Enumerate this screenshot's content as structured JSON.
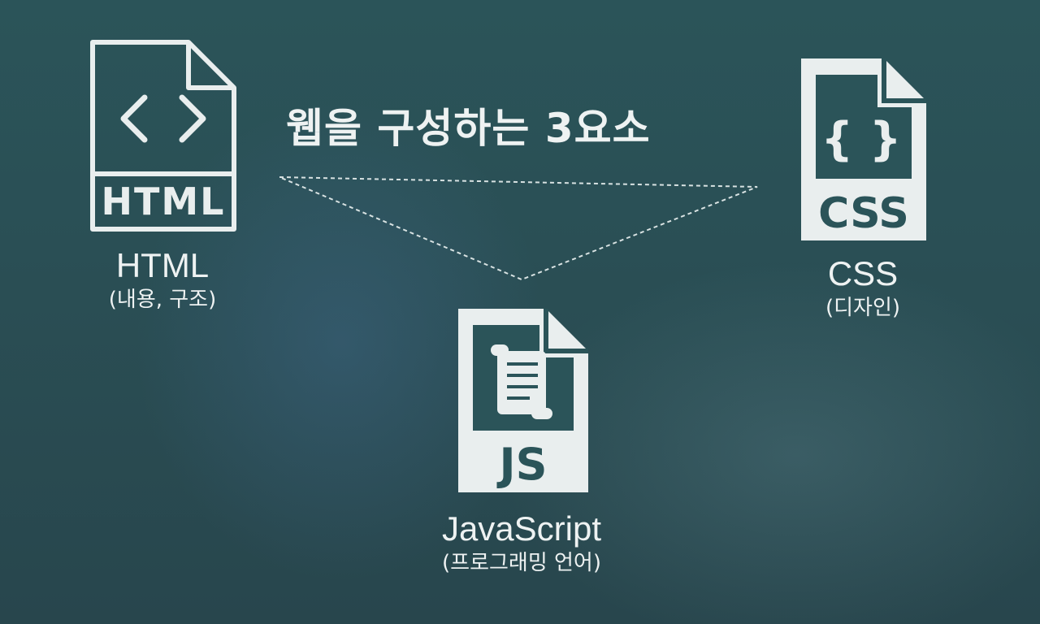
{
  "title": "웹을 구성하는 3요소",
  "items": [
    {
      "icon": "html-file-icon",
      "badge": "HTML",
      "glyph": "< >",
      "name": "HTML",
      "desc": "(내용, 구조)"
    },
    {
      "icon": "css-file-icon",
      "badge": "CSS",
      "glyph": "{ }",
      "name": "CSS",
      "desc": "(디자인)"
    },
    {
      "icon": "js-file-icon",
      "badge": "JS",
      "name": "JavaScript",
      "desc": "(프로그래밍 언어)"
    }
  ],
  "colors": {
    "background": "#2a4f55",
    "foreground": "#e9eeee",
    "dashed_line": "#d8e2e2"
  }
}
